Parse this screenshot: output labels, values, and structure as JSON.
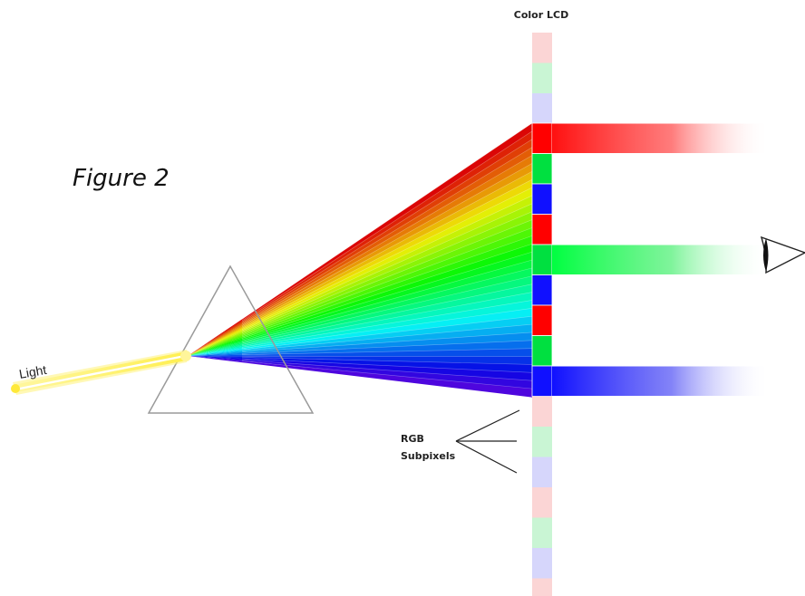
{
  "figure_label": "Figure 2",
  "lcd_label": "Color LCD",
  "light_label": "Light",
  "subpixel_label_line1": "RGB",
  "subpixel_label_line2": "Subpixels",
  "colors": {
    "red": "#ff0000",
    "green": "#00e040",
    "blue": "#1010ff",
    "light_beam": "#fff06a",
    "prism_outline": "#9a9a9a",
    "faded_red": "#fbd5d5",
    "faded_green": "#c9f5d4",
    "faded_blue": "#d6d6fb"
  },
  "lcd_active_subpixels": [
    "red",
    "green",
    "blue",
    "red",
    "green",
    "blue",
    "red",
    "green",
    "blue"
  ],
  "output_beams": [
    "red",
    "green",
    "blue"
  ],
  "icons": [
    "eye-icon",
    "prism",
    "light-beam"
  ]
}
